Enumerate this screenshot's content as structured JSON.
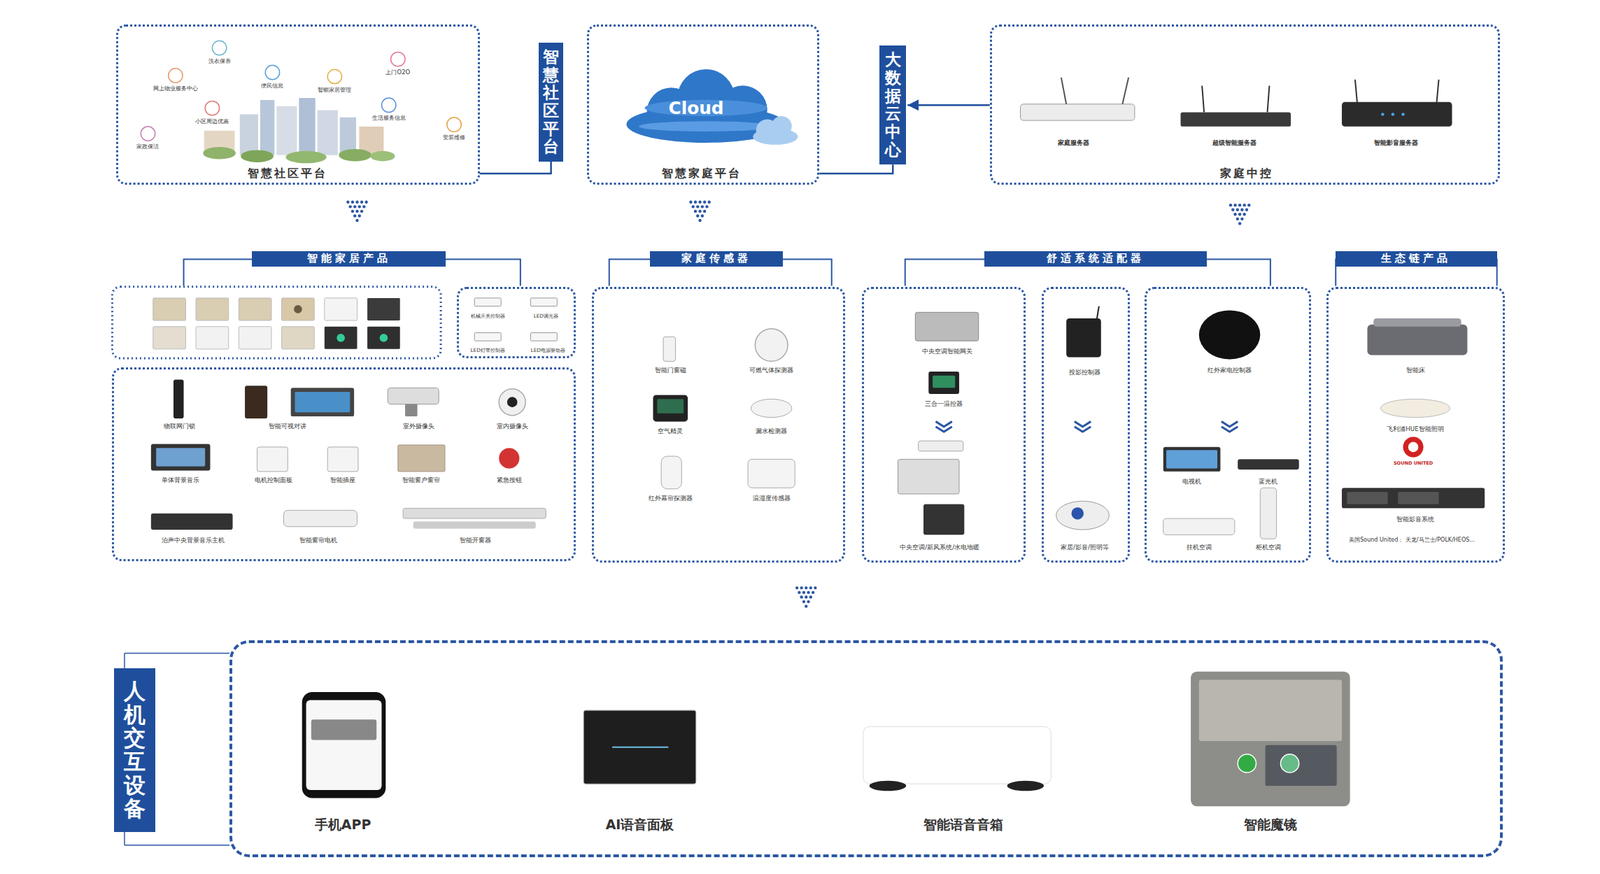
{
  "diagram": {
    "nodes": [
      {
        "text": [
          "洗衣保养",
          "网上物业服务中心",
          "便民信息",
          "智能家居管理",
          "上门O2O",
          "小区周边优惠",
          "生活服务信息",
          "家政保洁",
          "安装维修",
          "智慧社区平台"
        ]
      },
      {
        "text": [
          "智慧社区平台"
        ]
      },
      {
        "text": [
          "智慧家庭平台"
        ]
      },
      {
        "text": [
          "Cloud"
        ],
        "in": 2
      },
      {
        "text": [
          "大数据云中心"
        ]
      },
      {
        "text": [
          "家庭服务器",
          "超级智能服务器",
          "智能影音服务器",
          "家庭中控"
        ]
      },
      {
        "text": [
          "智能家居产品"
        ]
      },
      {
        "text": [
          "机械开关控制器",
          "LED调光器",
          "LED灯带控制器",
          "LED电源驱动器"
        ]
      },
      {
        "text": [
          "物联网门锁",
          "智能可视对讲",
          "室外摄像头",
          "室内摄像头",
          "单体背景音乐",
          "电机控制面板",
          "智能插座",
          "智能窗户窗帘",
          "紧急按钮",
          "泊声中央背景音乐主机",
          "智能窗帘电机",
          "智能开窗器"
        ]
      },
      {
        "text": [
          "家庭传感器"
        ]
      },
      {
        "text": [
          "智能门窗磁",
          "可燃气体探测器",
          "空气精灵",
          "漏水检测器",
          "红外幕帘探测器",
          "温湿度传感器"
        ]
      },
      {
        "text": [
          "舒适系统适配器"
        ]
      },
      {
        "text": [
          "中央空调智能网关",
          "三合一温控器",
          "中央空调/新风系统/水电地暖"
        ]
      },
      {
        "text": [
          "投影控制器",
          "家居/影音/照明等"
        ]
      },
      {
        "text": [
          "红外家电控制器",
          "电视机",
          "蓝光机",
          "挂机空调",
          "柜机空调"
        ]
      },
      {
        "text": [
          "生态链产品"
        ]
      },
      {
        "text": [
          "智能床",
          "飞利浦HUE智能照明",
          "SOUND UNITED",
          "智能影音系统",
          "美国Sound United： 天龙/马兰士/POLK/HEOS..."
        ]
      },
      {
        "text": [
          "人机交互设备"
        ]
      },
      {
        "text": [
          "手机APP",
          "AI语音面板",
          "智能语音音箱",
          "智能魔镜"
        ]
      }
    ],
    "edges": [
      {
        "from": 0,
        "to": 1,
        "arrow": "none"
      },
      {
        "from": 2,
        "to": 4,
        "arrow": "none"
      },
      {
        "from": 5,
        "to": 4,
        "arrow": "to"
      }
    ]
  }
}
